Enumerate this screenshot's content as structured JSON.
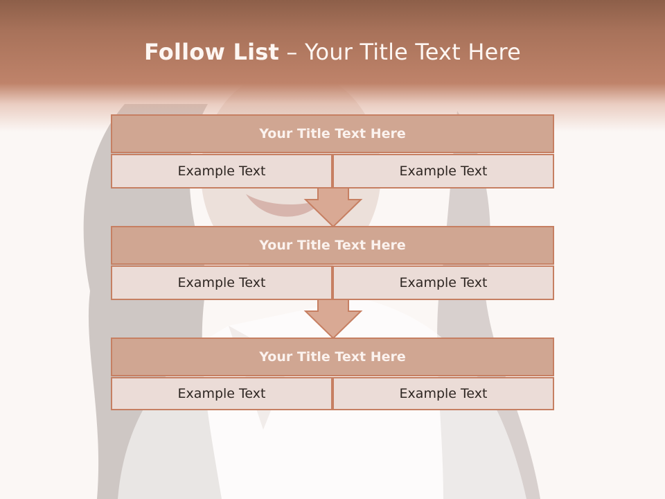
{
  "slide": {
    "title_bold": "Follow List",
    "title_rest": " – Your Title Text Here"
  },
  "steps": [
    {
      "title": "Your Title Text Here",
      "left": "Example Text",
      "right": "Example Text"
    },
    {
      "title": "Your Title Text Here",
      "left": "Example Text",
      "right": "Example Text"
    },
    {
      "title": "Your Title Text Here",
      "left": "Example Text",
      "right": "Example Text"
    }
  ],
  "colors": {
    "header_band": "#b87d64",
    "block_title_fill": "#d0a692",
    "block_cell_fill": "#ebdcd7",
    "border": "#c67f62",
    "arrow_fill": "#d9a994"
  }
}
